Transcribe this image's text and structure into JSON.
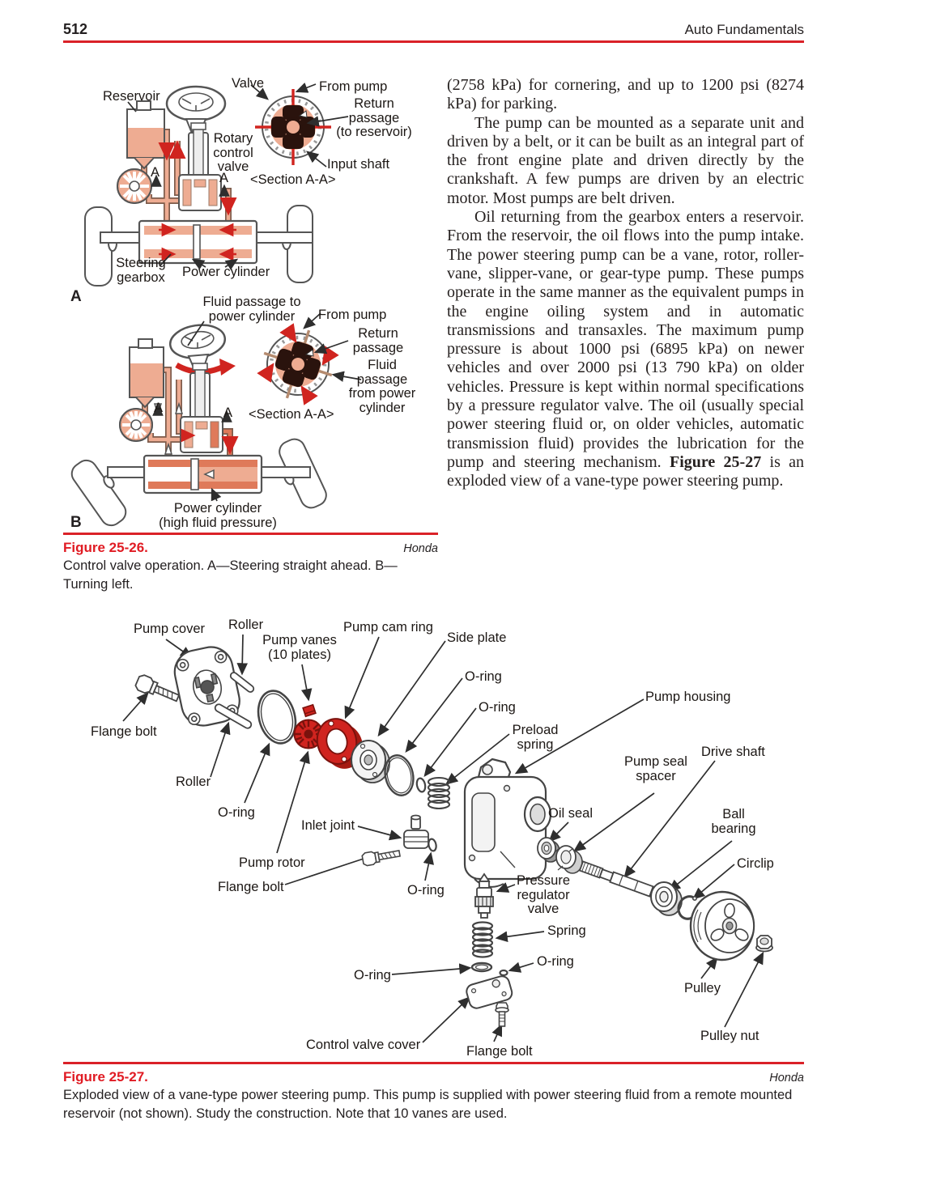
{
  "page_header": {
    "number": "512",
    "title": "Auto Fundamentals"
  },
  "colors": {
    "rule_red": "#da2128",
    "caption_red": "#e01b23",
    "art_red": "#d0241f",
    "fluid_salmon": "#eeac92",
    "valve_dark": "#2a130d",
    "line_gray": "#4a4a4a"
  },
  "figure_25_26": {
    "panel_a": {
      "letter": "A",
      "labels": [
        "Reservoir",
        "Valve",
        "From pump",
        "Return\npassage\n(to reservoir)",
        "Rotary\ncontrol\nvalve",
        "Input shaft",
        "<Section A-A>",
        "A",
        "A",
        "Steering\ngearbox",
        "Power cylinder"
      ]
    },
    "panel_b": {
      "letter": "B",
      "labels": [
        "Fluid passage to\npower cylinder",
        "From pump",
        "Return\npassage",
        "Fluid\npassage\nfrom power\ncylinder",
        "<Section A-A>",
        "A",
        "A",
        "Power cylinder\n(high fluid pressure)"
      ]
    },
    "caption": {
      "title": "Figure 25-26.",
      "credit": "Honda",
      "text": "Control valve operation. A—Steering straight ahead. B—Turning left."
    }
  },
  "article": {
    "paragraphs": [
      "(2758 kPa) for cornering, and up to 1200 psi (8274 kPa) for parking.",
      "The pump can be mounted as a separate unit and driven by a belt, or it can be built as an integral part of the front engine plate and driven directly by the crankshaft. A few pumps are driven by an electric motor. Most pumps are belt driven."
    ],
    "para3_lead": "Oil returning from the gearbox enters a reservoir. From the reservoir, the oil flows into the pump intake. The power steering pump can be a vane, rotor, roller-vane, slipper-vane, or gear-type pump. These pumps operate in the same manner as the equivalent pumps in the engine oiling system and in automatic transmissions and transaxles. The maximum pump pressure is about 1000 psi (6895 kPa) on newer vehicles and over 2000 psi (13 790 kPa) on older vehicles. Pressure is kept within normal specifications by a pressure regulator valve. The oil (usually special power steering fluid or, on older vehicles, automatic transmission fluid) provides the lubrication for the pump and steering mechanism. ",
    "para3_bold": "Figure 25-27",
    "para3_tail": " is an exploded view of a vane-type power steering pump."
  },
  "figure_25_27": {
    "labels": [
      "Pump cover",
      "Roller",
      "Pump vanes\n(10 plates)",
      "Pump cam ring",
      "Side plate",
      "O-ring",
      "O-ring",
      "Preload\nspring",
      "Pump housing",
      "Pump seal\nspacer",
      "Drive shaft",
      "Ball\nbearing",
      "Flange bolt",
      "Roller",
      "O-ring",
      "Inlet joint",
      "Oil seal",
      "Circlip",
      "Pump rotor",
      "Flange bolt",
      "O-ring",
      "Pressure\nregulator\nvalve",
      "Spring",
      "O-ring",
      "O-ring",
      "Pulley",
      "Control valve cover",
      "Flange bolt",
      "Pulley nut"
    ],
    "caption": {
      "title": "Figure 25-27.",
      "credit": "Honda",
      "text": "Exploded view of a vane-type power steering pump. This pump is supplied with power steering fluid from a remote mounted reservoir (not shown). Study the construction. Note that 10 vanes are used."
    }
  }
}
